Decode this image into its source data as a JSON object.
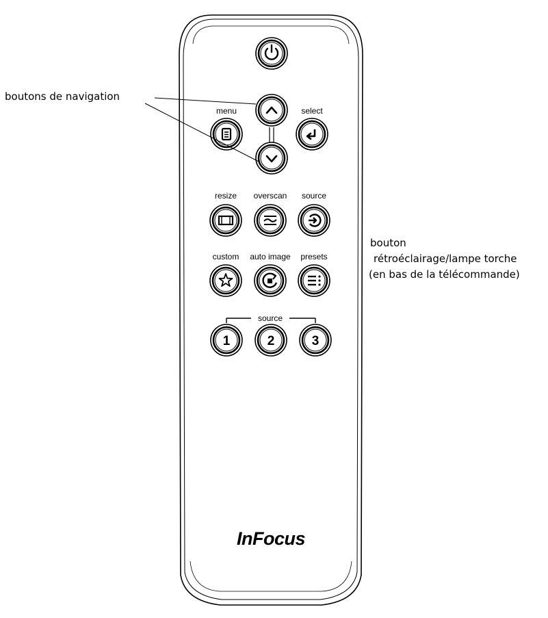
{
  "callouts": {
    "navigation_buttons": "boutons de navigation",
    "backlight_line1": "bouton",
    "backlight_line2": "rétroéclairage/lampe torche",
    "backlight_line3": "(en bas de la télécommande)"
  },
  "remote": {
    "brand": "InFocus",
    "buttons": {
      "menu": "menu",
      "select": "select",
      "resize": "resize",
      "overscan": "overscan",
      "source": "source",
      "custom": "custom",
      "auto_image": "auto image",
      "presets": "presets"
    },
    "source_group_label": "source",
    "source_numbers": [
      "1",
      "2",
      "3"
    ]
  },
  "icons": {
    "power": "power-icon",
    "up": "chevron-up-icon",
    "down": "chevron-down-icon",
    "menu": "menu-icon",
    "select": "enter-icon",
    "resize": "resize-icon",
    "overscan": "overscan-icon",
    "source": "source-input-icon",
    "custom": "star-icon",
    "auto_image": "auto-image-icon",
    "presets": "presets-icon"
  }
}
